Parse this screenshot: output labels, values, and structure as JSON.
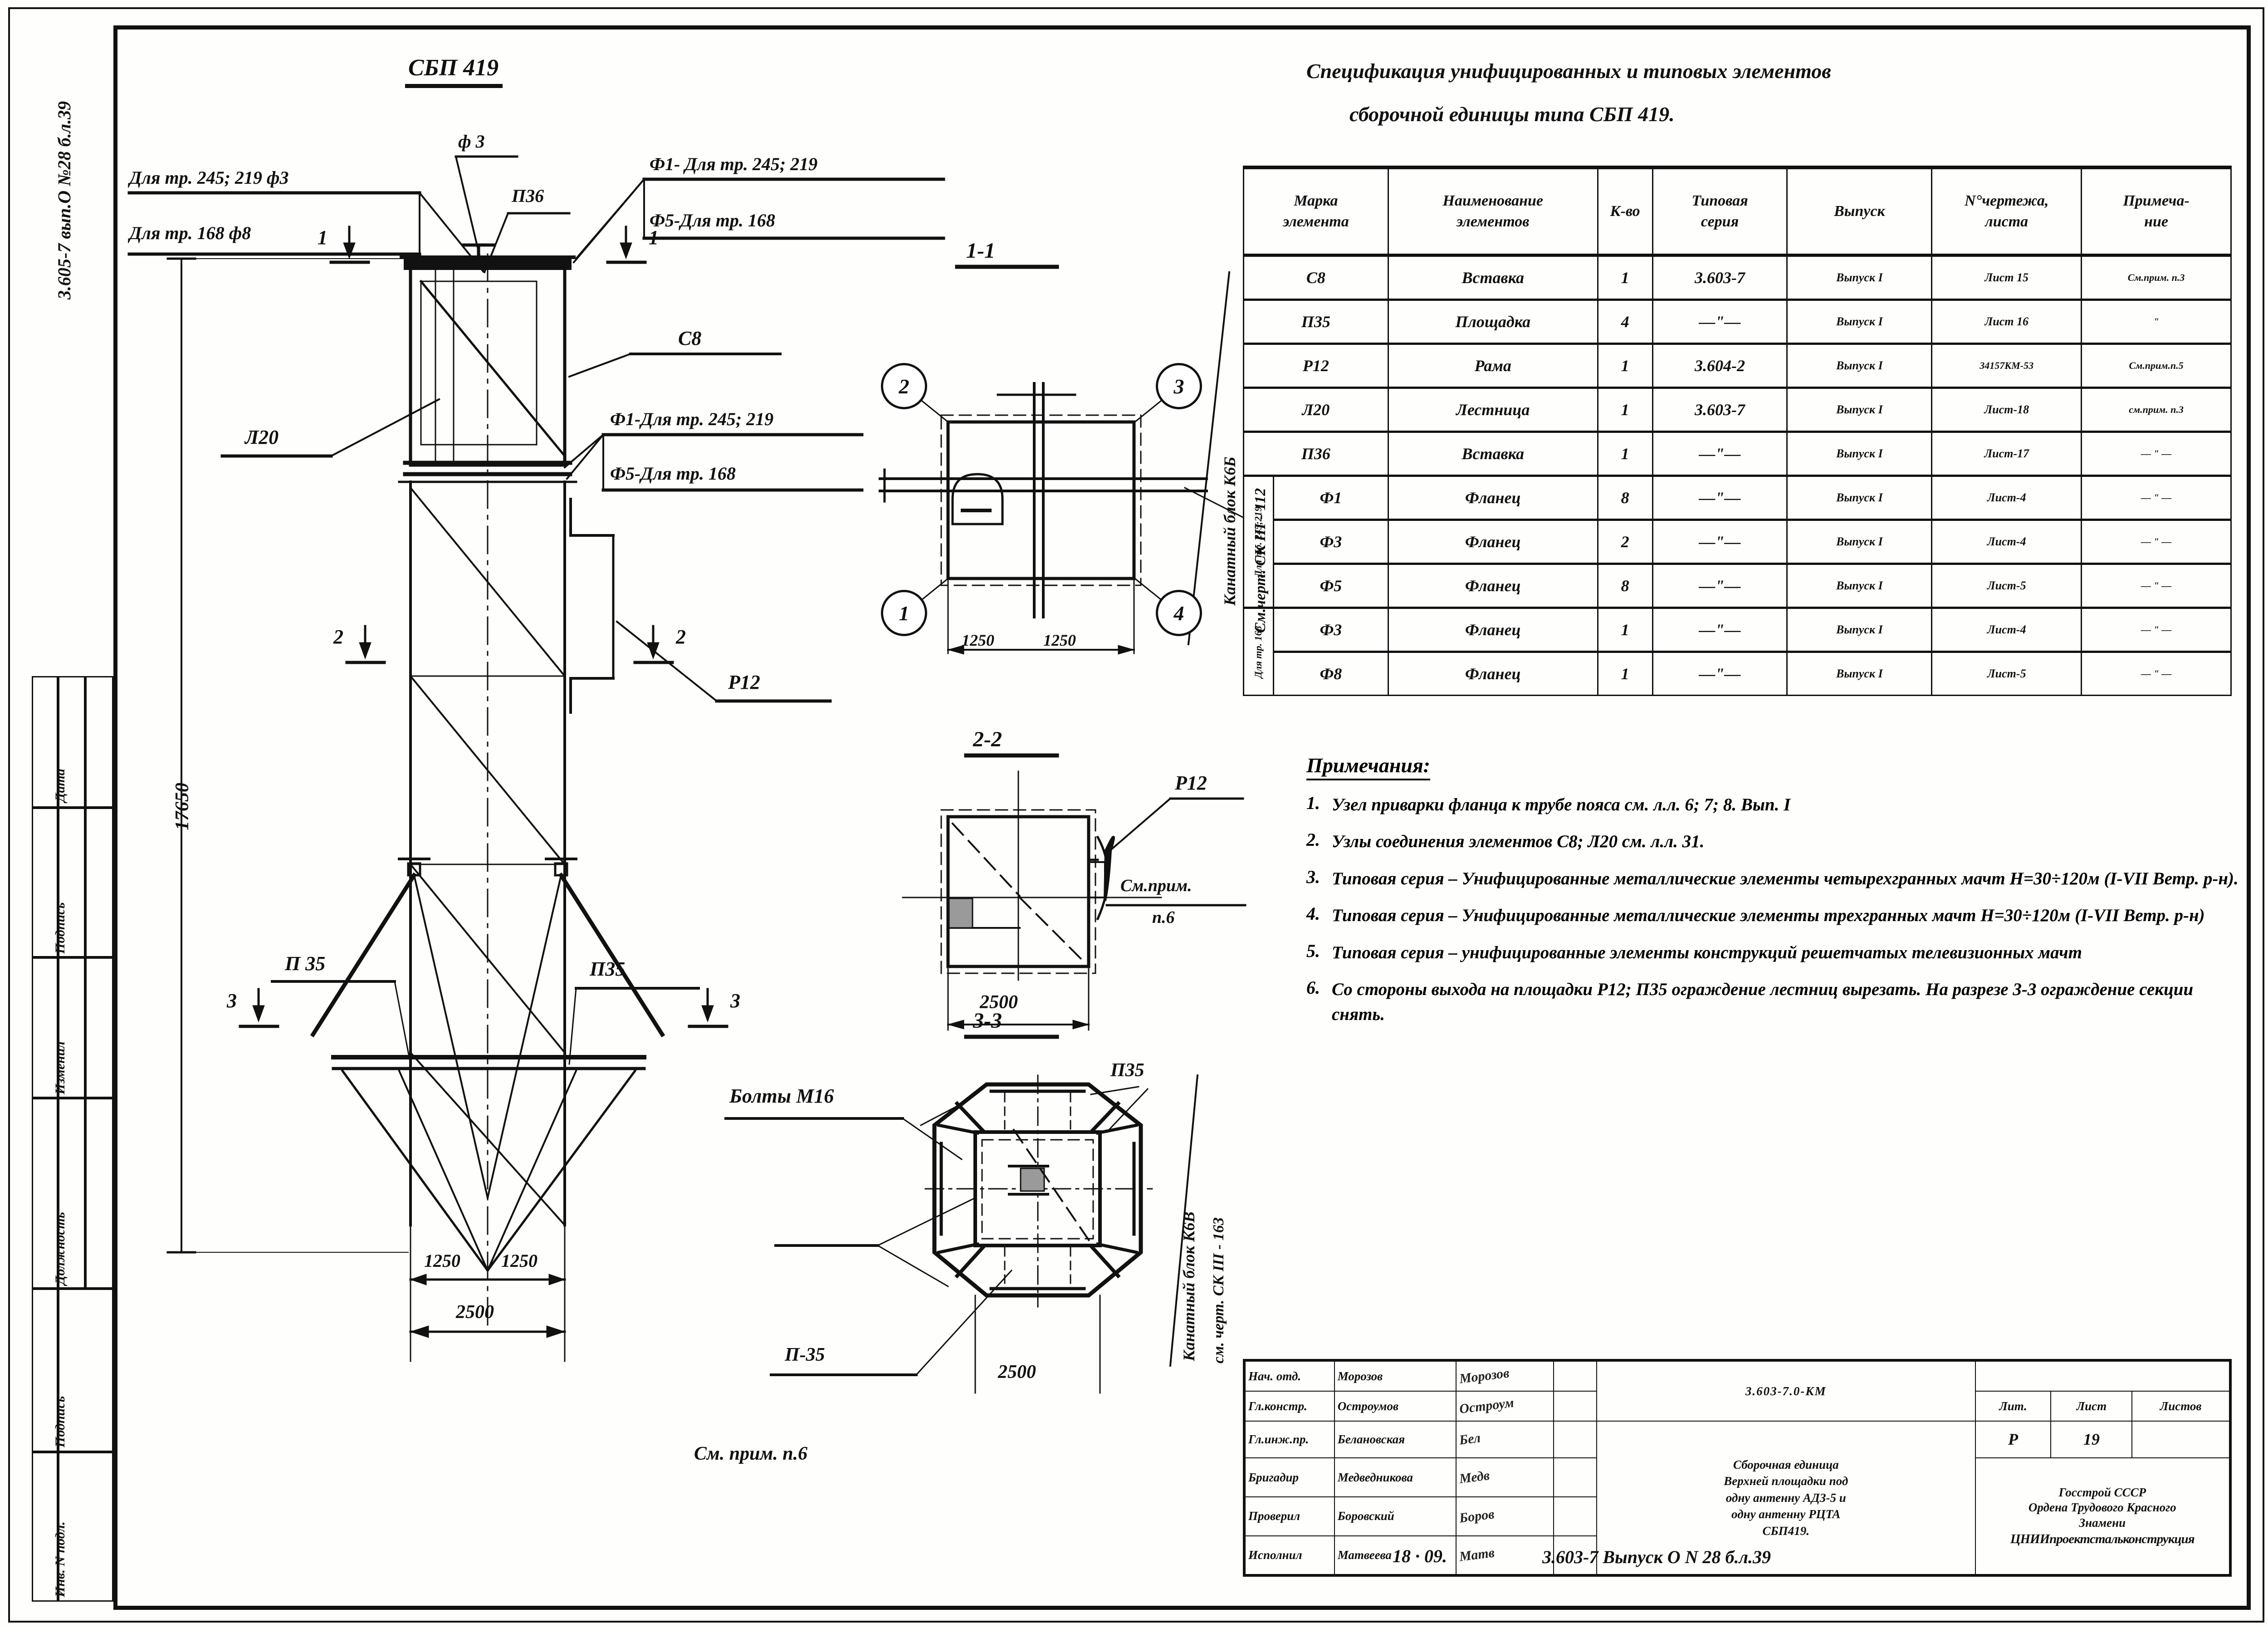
{
  "sheet": {
    "margin_note": "3.605-7 вып.О №28 б.л.39"
  },
  "stamp_column": {
    "labels": [
      "Дата",
      "Подпись",
      "Изменил",
      "Должность",
      "Подпись",
      "Инв. N подл."
    ]
  },
  "elevation": {
    "title": "СБП 419",
    "callouts": [
      {
        "name": "flange-note-245-219",
        "text": "Для тр. 245; 219  ф3"
      },
      {
        "name": "flange-note-168",
        "text": "Для тр. 168    ф8"
      },
      {
        "name": "f3-label",
        "text": "ф 3"
      },
      {
        "name": "p36-label",
        "text": "П36"
      },
      {
        "name": "f1-note-top",
        "text": "Ф1- Для тр. 245; 219"
      },
      {
        "name": "f5-note-top",
        "text": "Ф5-Для тр. 168"
      },
      {
        "name": "s8-label",
        "text": "С8"
      },
      {
        "name": "f1-note-mid",
        "text": "Ф1-Для тр. 245; 219"
      },
      {
        "name": "f5-note-mid",
        "text": "Ф5-Для тр. 168"
      },
      {
        "name": "l20-label",
        "text": "Л20"
      },
      {
        "name": "r12-label",
        "text": "Р12"
      },
      {
        "name": "p35-left",
        "text": "П 35"
      },
      {
        "name": "p35-right",
        "text": "П35"
      }
    ],
    "section_marks": [
      "1",
      "1",
      "2",
      "2",
      "3",
      "3"
    ],
    "dimensions": {
      "height": "17650",
      "half_left": "1250",
      "half_right": "1250",
      "total_width": "2500"
    }
  },
  "section_1_1": {
    "title": "1-1",
    "bubbles": [
      "2",
      "3",
      "1",
      "4"
    ],
    "dims": [
      "1250",
      "1250"
    ],
    "side_note_line1": "Канатный блок К6Б",
    "side_note_line2": "См.черт. СК III - 112"
  },
  "section_2_2": {
    "title": "2-2",
    "label_r12": "Р12",
    "note": "См.прим.",
    "note2": "п.6",
    "dim": "2500"
  },
  "section_3_3": {
    "title": "3-3",
    "bolts_label": "Болты М16",
    "p35_top_right": "П35",
    "p35_left": "П-35",
    "see_note": "См. прим. п.6",
    "side_note_line1": "Канатный блок К6В",
    "side_note_line2": "см. черт. СК III - 163",
    "dim": "2500"
  },
  "spec": {
    "title_line1": "Спецификация унифицированных и типовых элементов",
    "title_line2": "сборочной единицы типа СБП 419.",
    "headers": [
      "Марка\nэлемента",
      "Наименование\nэлементов",
      "К-во",
      "Типовая\nсерия",
      "Выпуск",
      "N°чертежа,\nлиста",
      "Примеча-\nние"
    ],
    "rows": [
      {
        "mark": "С8",
        "name": "Вставка",
        "qty": "1",
        "series": "3.603-7",
        "issue": "Выпуск I",
        "sheet": "Лист 15",
        "note": "См.прим. п.3"
      },
      {
        "mark": "П35",
        "name": "Площадка",
        "qty": "4",
        "series": "—\"—",
        "issue": "Выпуск I",
        "sheet": "Лист 16",
        "note": "\""
      },
      {
        "mark": "Р12",
        "name": "Рама",
        "qty": "1",
        "series": "3.604-2",
        "issue": "Выпуск I",
        "sheet": "34157КМ-53",
        "note": "См.прим.п.5"
      },
      {
        "mark": "Л20",
        "name": "Лестница",
        "qty": "1",
        "series": "3.603-7",
        "issue": "Выпуск I",
        "sheet": "Лист-18",
        "note": "см.прим. п.3"
      },
      {
        "mark": "П36",
        "name": "Вставка",
        "qty": "1",
        "series": "—\"—",
        "issue": "Выпуск I",
        "sheet": "Лист-17",
        "note": "— \" —"
      },
      {
        "mark": "Ф1",
        "name": "Фланец",
        "qty": "8",
        "series": "—\"—",
        "issue": "Выпуск I",
        "sheet": "Лист-4",
        "note": "— \" —",
        "group": "Для тр. 245;219"
      },
      {
        "mark": "Ф3",
        "name": "Фланец",
        "qty": "2",
        "series": "—\"—",
        "issue": "Выпуск I",
        "sheet": "Лист-4",
        "note": "— \" —"
      },
      {
        "mark": "Ф5",
        "name": "Фланец",
        "qty": "8",
        "series": "—\"—",
        "issue": "Выпуск I",
        "sheet": "Лист-5",
        "note": "— \" —"
      },
      {
        "mark": "Ф3",
        "name": "Фланец",
        "qty": "1",
        "series": "—\"—",
        "issue": "Выпуск I",
        "sheet": "Лист-4",
        "note": "— \" —",
        "group": "Для тр. 168"
      },
      {
        "mark": "Ф8",
        "name": "Фланец",
        "qty": "1",
        "series": "—\"—",
        "issue": "Выпуск I",
        "sheet": "Лист-5",
        "note": "— \" —"
      }
    ],
    "group_labels": {
      "g1": "Для тр. 245;219",
      "g2": "Для тр. 168"
    }
  },
  "notes": {
    "header": "Примечания:",
    "items": [
      {
        "n": "1.",
        "text": "Узел приварки фланца к трубе пояса см. л.л. 6; 7; 8. Вып. I"
      },
      {
        "n": "2.",
        "text": "Узлы соединения элементов С8; Л20 см. л.л. 31."
      },
      {
        "n": "3.",
        "text": "Типовая серия – Унифицированные металлические элементы четырехгранных мачт Н=30÷120м (I-VII Ветр. р-н)."
      },
      {
        "n": "4.",
        "text": "Типовая серия – Унифицированные металлические элементы трехгранных мачт Н=30÷120м (I-VII Ветр. р-н)"
      },
      {
        "n": "5.",
        "text": "Типовая серия – унифицированные элементы конструкций решетчатых телевизионных мачт"
      },
      {
        "n": "6.",
        "text": "Со стороны выхода на площадки Р12; П35 ограждение лестниц вырезать. На разрезе 3-3 ограждение секции снять."
      }
    ]
  },
  "title_block": {
    "signers": [
      {
        "role": "Нач. отд.",
        "name": "Морозов",
        "sign": "Морозов"
      },
      {
        "role": "Гл.констр.",
        "name": "Остроумов",
        "sign": "Остроум"
      },
      {
        "role": "Гл.инж.пр.",
        "name": "Белановская",
        "sign": "Бел"
      },
      {
        "role": "Бригадир",
        "name": "Медведникова",
        "sign": "Медв"
      },
      {
        "role": "Проверил",
        "name": "Боровский",
        "sign": "Боров"
      },
      {
        "role": "Исполнил",
        "name": "Матвеева",
        "sign": "Матв"
      }
    ],
    "code": "3.603-7.0-КМ",
    "description": "Сборочная единица верхней площадки под одну антенну АДЗ-5 и одну антенну РЦТА СБП419.",
    "desc_lines": [
      "Сборочная единица",
      "Верхней площадки под",
      "одну антенну АДЗ-5 и",
      "одну антенну  РЦТА",
      "СБП419."
    ],
    "lit_headers": [
      "Лит.",
      "Лист",
      "Листов"
    ],
    "lit_values": [
      "Р",
      "19",
      ""
    ],
    "org_lines": [
      "Госстрой СССР",
      "Ордена Трудового Красного",
      "Знамени",
      "ЦНИИпроектстальконструкция"
    ],
    "footer_date": "18 · 09.",
    "footer_code": "3.603-7   Выпуск О  N 28 б.л.39"
  }
}
